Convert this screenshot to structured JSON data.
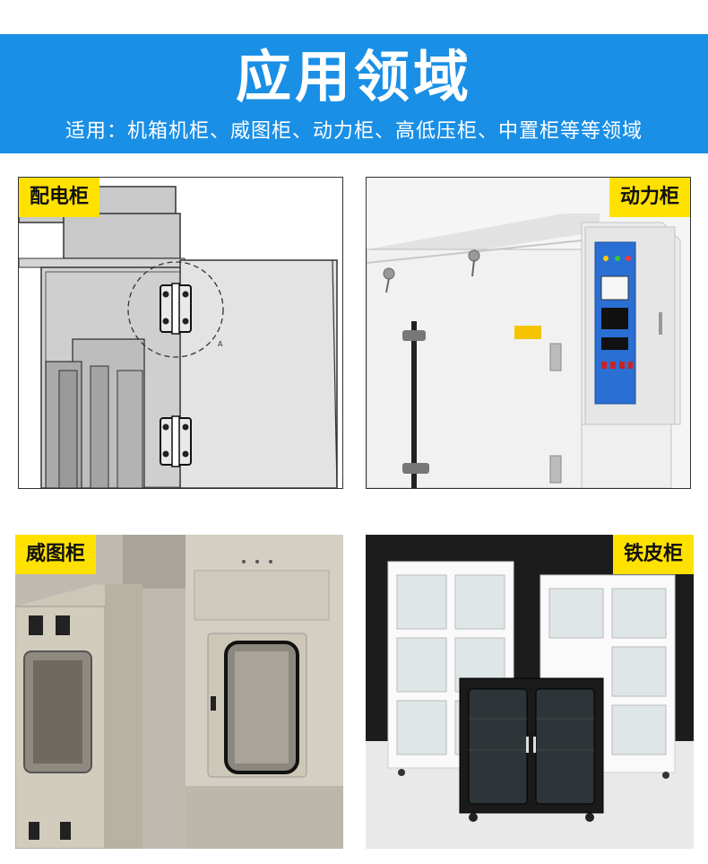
{
  "banner": {
    "title": "应用领域",
    "subtitle": "适用：机箱机柜、威图柜、动力柜、高低压柜、中置柜等等领域",
    "color": "#1a8fe6"
  },
  "panels": [
    {
      "label": "配电柜",
      "tag_color": "#ffe100"
    },
    {
      "label": "动力柜",
      "tag_color": "#ffe100"
    },
    {
      "label": "威图柜",
      "tag_color": "#ffe100"
    },
    {
      "label": "铁皮柜",
      "tag_color": "#ffe100"
    }
  ],
  "icons": [
    "hinge-icon",
    "handle-icon",
    "control-panel-icon",
    "cabinet-icon"
  ]
}
